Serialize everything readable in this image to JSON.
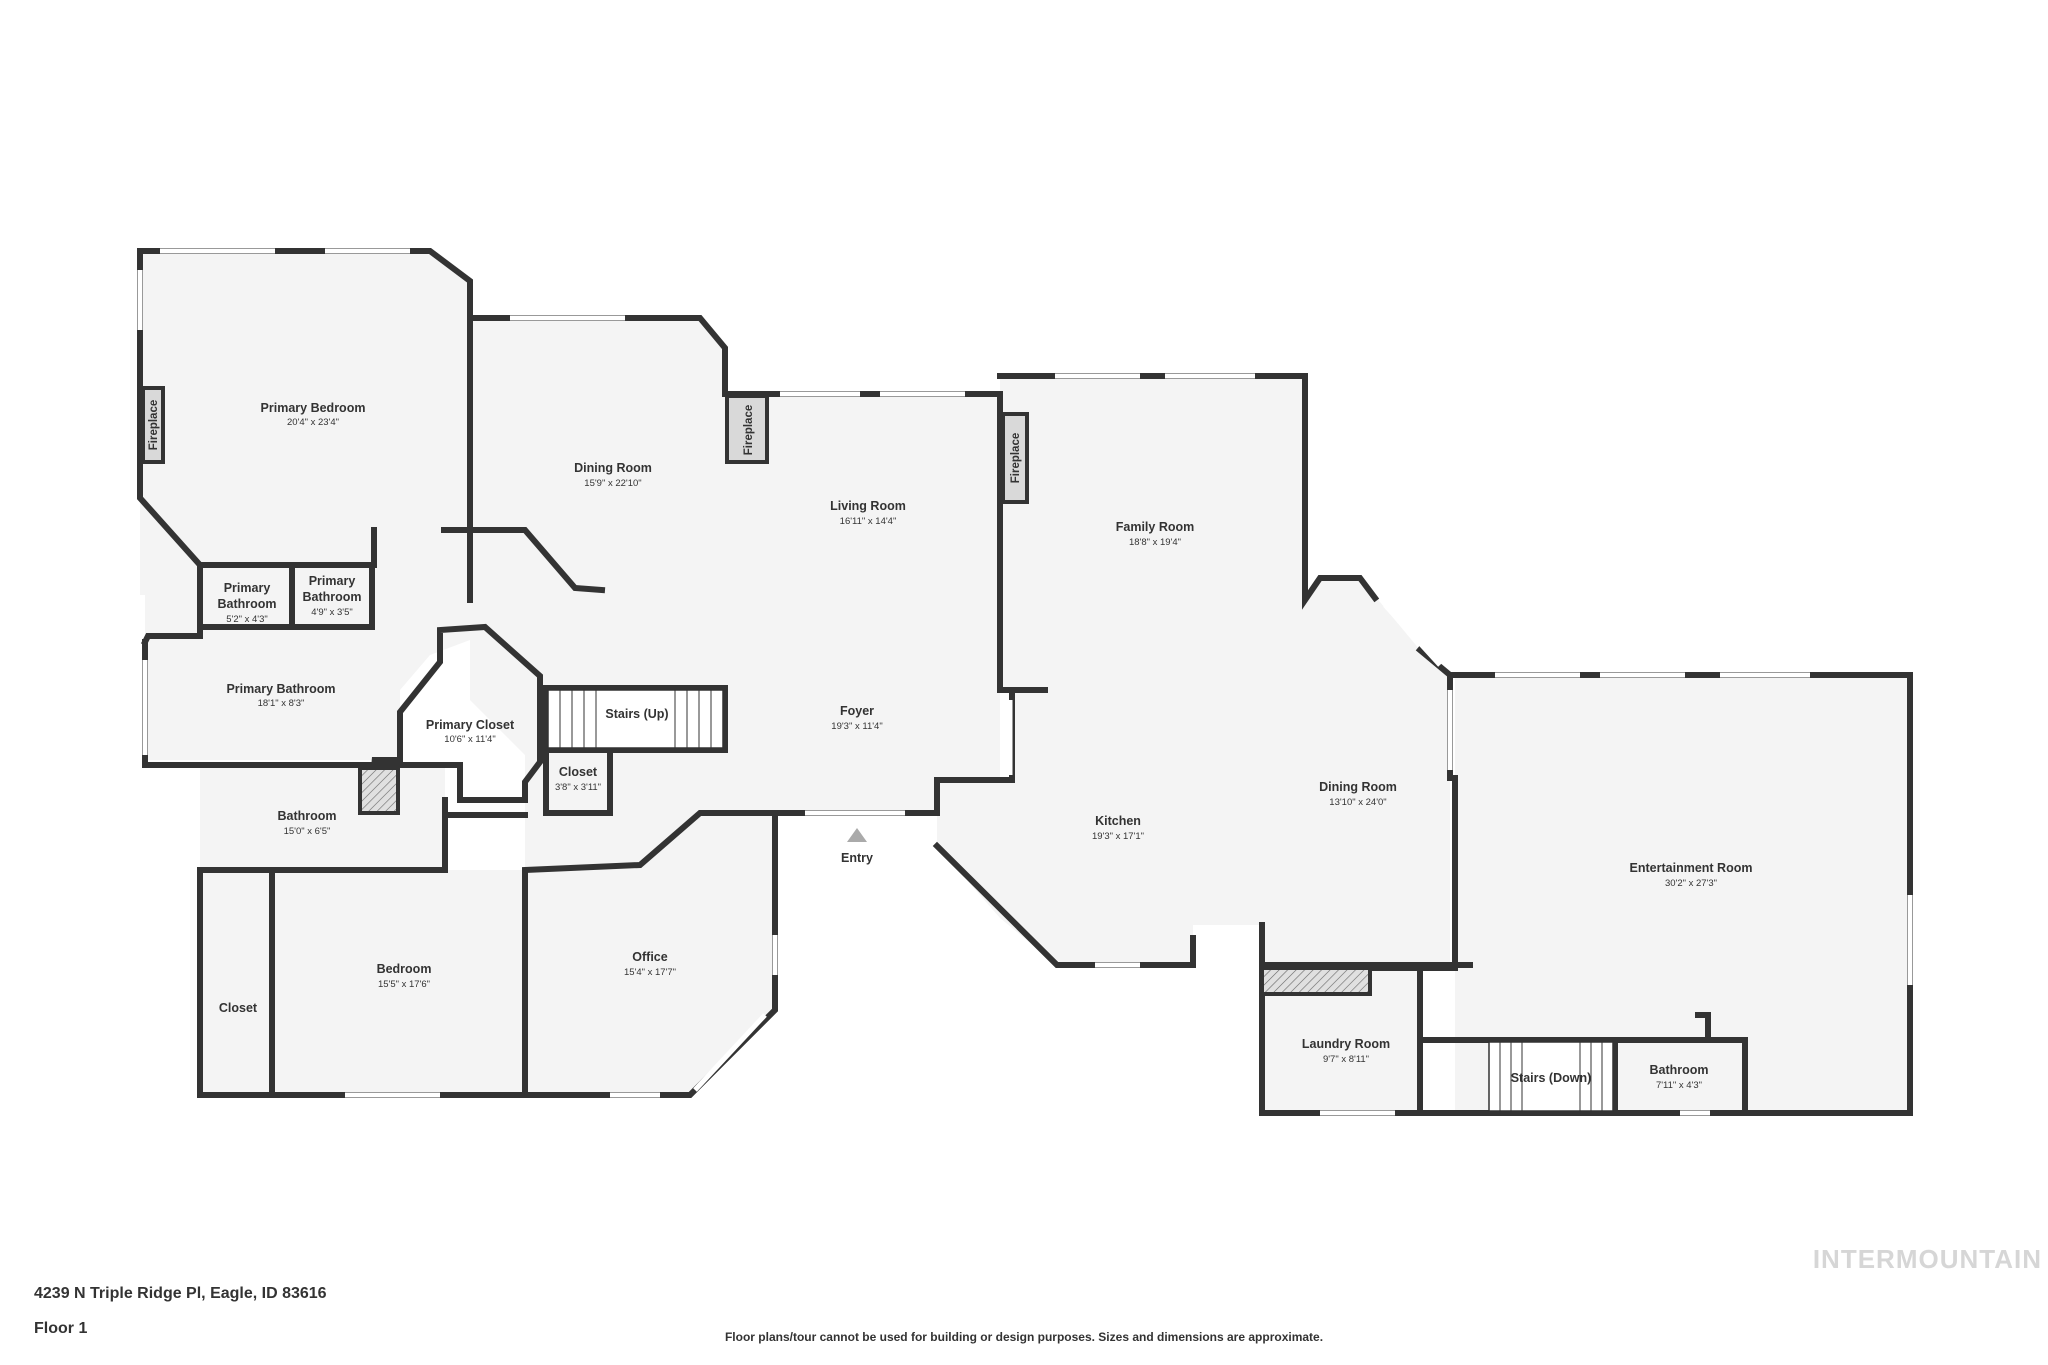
{
  "floor_plan": {
    "rooms": [
      {
        "key": "primary_bedroom",
        "name": "Primary Bedroom",
        "dims": "20'4\" x 23'4\""
      },
      {
        "key": "dining_room_1",
        "name": "Dining Room",
        "dims": "15'9\" x 22'10\""
      },
      {
        "key": "living_room",
        "name": "Living Room",
        "dims": "16'11\" x 14'4\""
      },
      {
        "key": "family_room",
        "name": "Family Room",
        "dims": "18'8\" x 19'4\""
      },
      {
        "key": "primary_bathroom_a",
        "name": "Primary Bathroom",
        "dims": "5'2\" x 4'3\""
      },
      {
        "key": "primary_bathroom_b",
        "name": "Primary Bathroom",
        "dims": "4'9\" x 3'5\""
      },
      {
        "key": "primary_bathroom_c",
        "name": "Primary Bathroom",
        "dims": "18'1\" x 8'3\""
      },
      {
        "key": "primary_closet",
        "name": "Primary Closet",
        "dims": "10'6\" x 11'4\""
      },
      {
        "key": "stairs_up",
        "name": "Stairs (Up)",
        "dims": ""
      },
      {
        "key": "foyer",
        "name": "Foyer",
        "dims": "19'3\" x 11'4\""
      },
      {
        "key": "closet_small",
        "name": "Closet",
        "dims": "3'8\" x 3'11\""
      },
      {
        "key": "bathroom_1",
        "name": "Bathroom",
        "dims": "15'0\" x 6'5\""
      },
      {
        "key": "kitchen",
        "name": "Kitchen",
        "dims": "19'3\" x 17'1\""
      },
      {
        "key": "dining_room_2",
        "name": "Dining Room",
        "dims": "13'10\" x 24'0\""
      },
      {
        "key": "entertainment_room",
        "name": "Entertainment Room",
        "dims": "30'2\" x 27'3\""
      },
      {
        "key": "bedroom",
        "name": "Bedroom",
        "dims": "15'5\" x 17'6\""
      },
      {
        "key": "closet_bedroom",
        "name": "Closet",
        "dims": ""
      },
      {
        "key": "office",
        "name": "Office",
        "dims": "15'4\" x 17'7\""
      },
      {
        "key": "laundry_room",
        "name": "Laundry Room",
        "dims": "9'7\" x 8'11\""
      },
      {
        "key": "stairs_down",
        "name": "Stairs (Down)",
        "dims": ""
      },
      {
        "key": "bathroom_2",
        "name": "Bathroom",
        "dims": "7'11\" x 4'3\""
      }
    ],
    "fireplace_label": "Fireplace",
    "entry_label": "Entry"
  },
  "footer": {
    "address": "4239 N Triple Ridge Pl, Eagle, ID 83616",
    "floor": "Floor 1",
    "disclaimer": "Floor plans/tour cannot be used for building or design purposes. Sizes and dimensions are approximate.",
    "watermark": "INTERMOUNTAIN"
  }
}
